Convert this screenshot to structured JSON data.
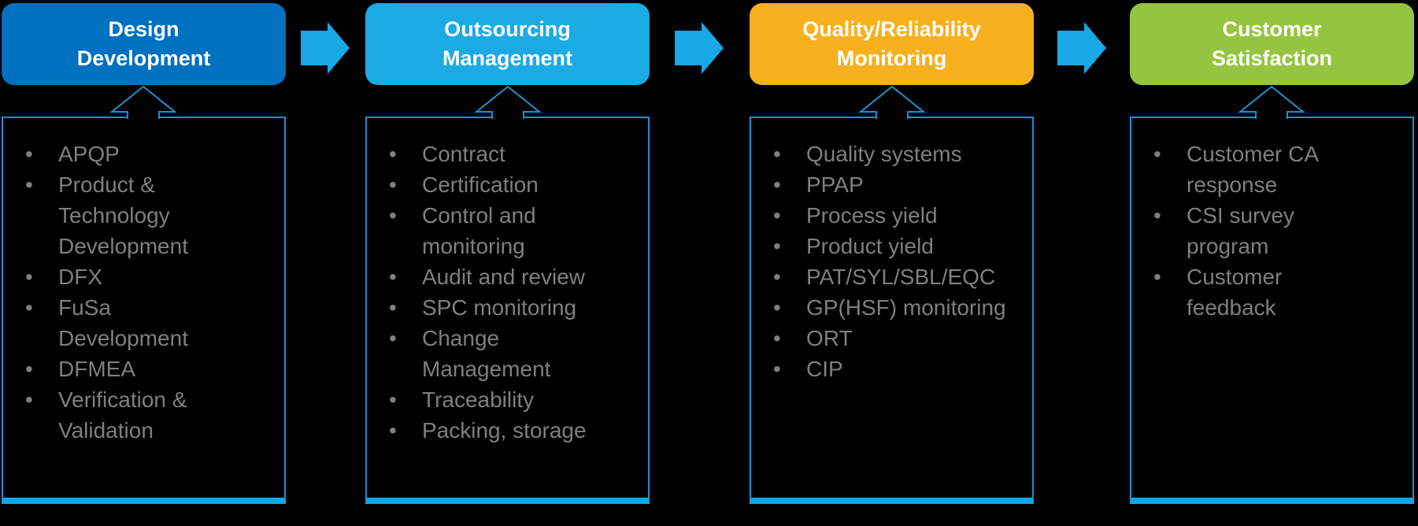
{
  "colors": {
    "background": "#000000",
    "arrow": "#18A8E8",
    "box_border": "#1F8FD2",
    "box_bottom": "#0AA8E8",
    "text": "#7F7F7F"
  },
  "icons": {
    "flow_arrow": "right-block-arrow",
    "callout": "up-arrow-callout"
  },
  "columns": [
    {
      "id": "design-development",
      "header": {
        "label": "Design\nDevelopment",
        "color": "#0070C0"
      },
      "items": [
        "APQP",
        "Product &\nTechnology\nDevelopment",
        "DFX",
        "FuSa\nDevelopment",
        "DFMEA",
        "Verification &\nValidation"
      ]
    },
    {
      "id": "outsourcing-management",
      "header": {
        "label": "Outsourcing\nManagement",
        "color": "#1BAAE4"
      },
      "items": [
        "Contract",
        "Certification",
        "Control and\nmonitoring",
        "Audit and review",
        "SPC monitoring",
        "Change\nManagement",
        "Traceability",
        "Packing, storage"
      ]
    },
    {
      "id": "quality-reliability-monitoring",
      "header": {
        "label": "Quality/Reliability\nMonitoring",
        "color": "#F8B01E"
      },
      "items": [
        "Quality systems",
        "PPAP",
        "Process yield",
        "Product yield",
        "PAT/SYL/SBL/EQC",
        "GP(HSF) monitoring",
        "ORT",
        "CIP"
      ]
    },
    {
      "id": "customer-satisfaction",
      "header": {
        "label": "Customer\nSatisfaction",
        "color": "#95C540"
      },
      "items": [
        "Customer CA\nresponse",
        "CSI survey\nprogram",
        "Customer\nfeedback"
      ]
    }
  ]
}
